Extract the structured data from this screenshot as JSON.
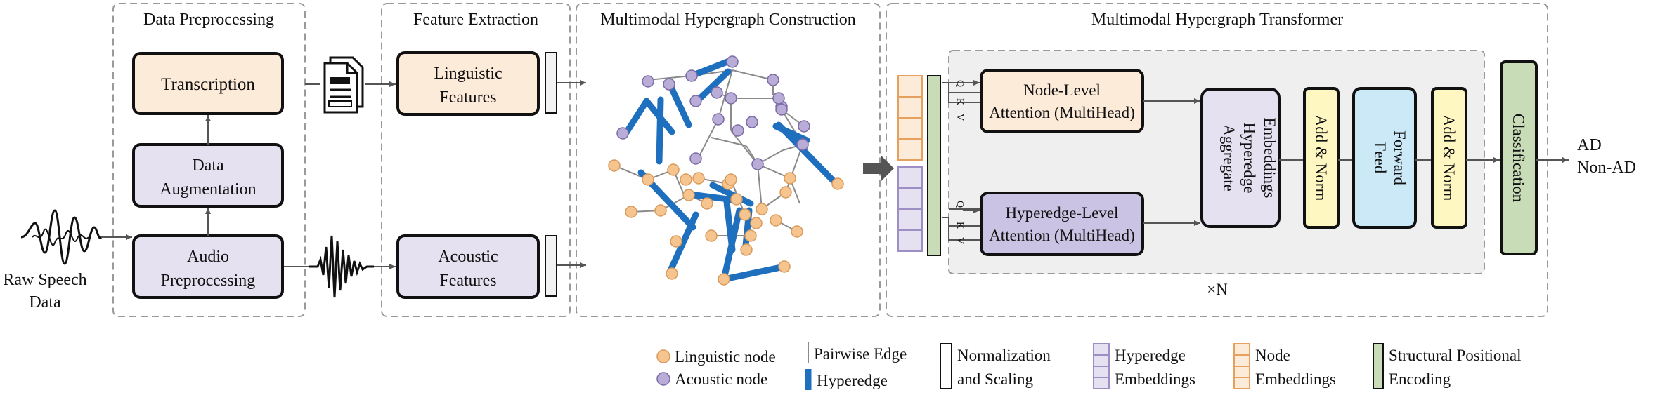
{
  "input": {
    "label_line1": "Raw Speech",
    "label_line2": "Data"
  },
  "sections": {
    "preprocessing": "Data Preprocessing",
    "feature_extraction": "Feature Extraction",
    "hypergraph_construction": "Multimodal Hypergraph Construction",
    "transformer": "Multimodal Hypergraph Transformer"
  },
  "preprocessing": {
    "transcription": "Transcription",
    "augmentation_line1": "Data",
    "augmentation_line2": "Augmentation",
    "audio_line1": "Audio",
    "audio_line2": "Preprocessing"
  },
  "features": {
    "linguistic_line1": "Linguistic",
    "linguistic_line2": "Features",
    "acoustic_line1": "Acoustic",
    "acoustic_line2": "Features"
  },
  "transformer": {
    "node_attn_line1": "Node-Level",
    "node_attn_line2": "Attention (MultiHead)",
    "edge_attn_line1": "Hyperedge-Level",
    "edge_attn_line2": "Attention (MultiHead)",
    "qkv": [
      "Q",
      "K",
      "V"
    ],
    "aggregate_lines": [
      "Aggregate",
      "Hyperedge",
      "Embeddings"
    ],
    "add_norm": "Add & Norm",
    "feed_forward_lines": [
      "Feed",
      "Forward"
    ],
    "classification": "Classification",
    "repeat": "×N"
  },
  "outputs": [
    "AD",
    "Non-AD"
  ],
  "legend": {
    "linguistic_node": "Linguistic node",
    "acoustic_node": "Acoustic node",
    "pairwise_edge": "Pairwise Edge",
    "hyperedge": "Hyperedge",
    "norm_line1": "Normalization",
    "norm_line2": "and Scaling",
    "hyperedge_emb_line1": "Hyperedge",
    "hyperedge_emb_line2": "Embeddings",
    "node_emb_line1": "Node",
    "node_emb_line2": "Embeddings",
    "spe_line1": "Structural Positional",
    "spe_line2": "Encoding"
  },
  "colors": {
    "orange_fill": "#fdebd9",
    "orange_node": "#f6c48f",
    "purple_fill": "#e6e1f1",
    "purple_node": "#b9acd6",
    "hyperedge_blue": "#1f6fbf",
    "yellow_fill": "#fff7c2",
    "blue_fill": "#cce9f8",
    "green_fill": "#c9dcb8",
    "gray_panel": "#efefef"
  }
}
